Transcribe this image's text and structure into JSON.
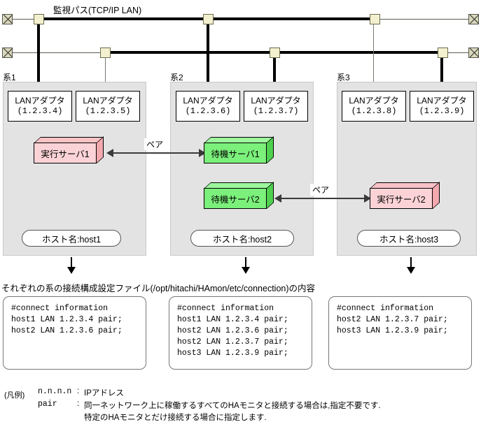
{
  "diagram": {
    "bus_title": "監視パス(TCP/IP LAN)",
    "caption": "それぞれの系の接続構成設定ファイル(/opt/hitachi/HAmon/etc/connection)の内容",
    "pair_label": "ペア",
    "adapter_name": "LANアダプタ",
    "icons": {
      "terminator": "terminator-icon",
      "tap": "bus-tap-icon"
    }
  },
  "systems": [
    {
      "label": "系1",
      "adapters": [
        {
          "name": "LANアダプタ",
          "ip": "(1.2.3.4)"
        },
        {
          "name": "LANアダプタ",
          "ip": "(1.2.3.5)"
        }
      ],
      "servers": [
        {
          "name": "実行サーバ1",
          "role": "exec"
        }
      ],
      "hostname": "ホスト名:host1"
    },
    {
      "label": "系2",
      "adapters": [
        {
          "name": "LANアダプタ",
          "ip": "(1.2.3.6)"
        },
        {
          "name": "LANアダプタ",
          "ip": "(1.2.3.7)"
        }
      ],
      "servers": [
        {
          "name": "待機サーバ1",
          "role": "standby"
        },
        {
          "name": "待機サーバ2",
          "role": "standby"
        }
      ],
      "hostname": "ホスト名:host2"
    },
    {
      "label": "系3",
      "adapters": [
        {
          "name": "LANアダプタ",
          "ip": "(1.2.3.8)"
        },
        {
          "name": "LANアダプタ",
          "ip": "(1.2.3.9)"
        }
      ],
      "servers": [
        {
          "name": "実行サーバ2",
          "role": "exec"
        }
      ],
      "hostname": "ホスト名:host3"
    }
  ],
  "config_files": [
    {
      "lines": [
        "#connect information",
        "host1 LAN 1.2.3.4 pair;",
        "host2 LAN 1.2.3.6 pair;"
      ]
    },
    {
      "lines": [
        "#connect information",
        "host1 LAN 1.2.3.4 pair;",
        "host2 LAN 1.2.3.6 pair;",
        "host2 LAN 1.2.3.7 pair;",
        "host3 LAN 1.2.3.9 pair;"
      ]
    },
    {
      "lines": [
        "#connect information",
        "host2 LAN 1.2.3.7 pair;",
        "host3 LAN 1.2.3.9 pair;"
      ]
    }
  ],
  "legend": {
    "tag": "(凡例)",
    "entries": [
      {
        "key": "n.n.n.n",
        "sep": ":",
        "text": "IPアドレス"
      },
      {
        "key": "pair",
        "sep": ":",
        "text": "同一ネットワーク上に稼働するすべてのHAモニタと接続する場合は,指定不要です."
      }
    ],
    "continuation": "特定のHAモニタとだけ接続する場合に指定します."
  },
  "colors": {
    "exec_server": "#fbd3d6",
    "standby_server": "#7bf07b",
    "panel": "#e3e3e3",
    "tap": "#f2f0cf",
    "terminator": "#d9d7bd"
  }
}
